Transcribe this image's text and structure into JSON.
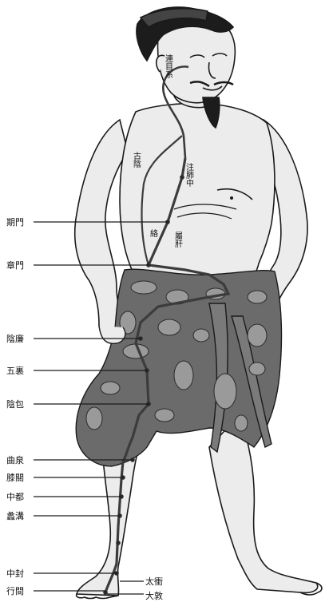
{
  "figure": {
    "colors": {
      "skin": "#ececec",
      "outline": "#1a1a1a",
      "skirt": "#6b6b6b",
      "skirt_pattern": "#9a9a9a",
      "meridian": "#3c3c3c",
      "hair": "#1c1c1c"
    }
  },
  "left_labels": [
    {
      "text": "期門"
    },
    {
      "text": "章門"
    },
    {
      "text": "陰廉"
    },
    {
      "text": "五裏"
    },
    {
      "text": "陰包"
    },
    {
      "text": "曲泉"
    },
    {
      "text": "膝關"
    },
    {
      "text": "中都"
    },
    {
      "text": "蠡溝"
    },
    {
      "text": "中封"
    },
    {
      "text": "行間"
    }
  ],
  "right_labels": [
    {
      "text": "太衝"
    },
    {
      "text": "大敦"
    }
  ],
  "body_labels": [
    {
      "text": "注肺中"
    },
    {
      "text": "古陰"
    },
    {
      "text": "絡"
    },
    {
      "text": "屬肝"
    },
    {
      "text": "連目系"
    }
  ]
}
